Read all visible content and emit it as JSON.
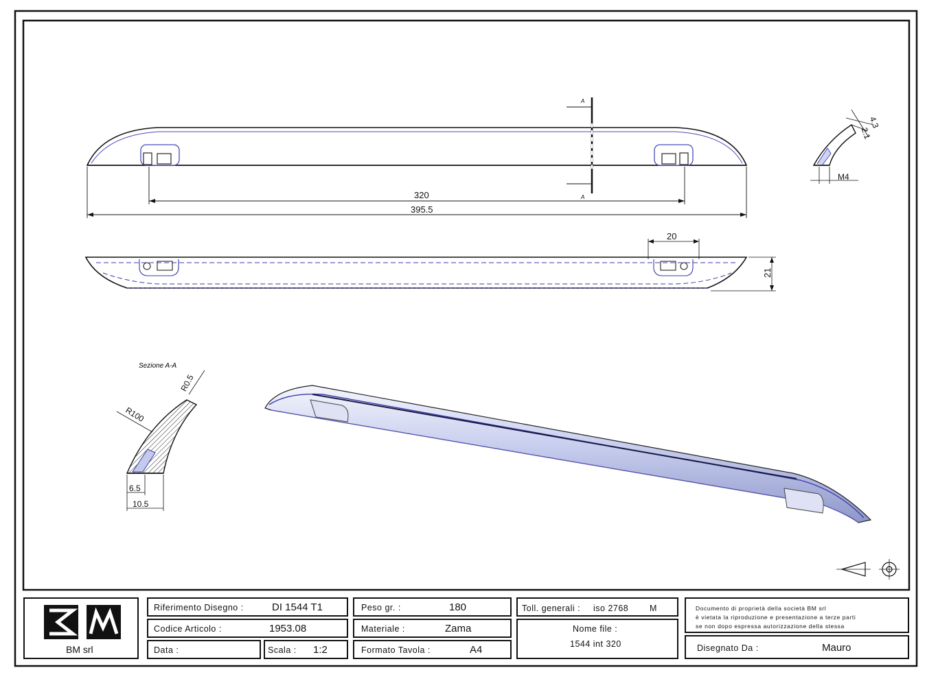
{
  "drawing": {
    "dims": {
      "d320": "320",
      "d395": "395.5",
      "d20": "20",
      "d21": "21",
      "d4_3": "4.3",
      "d2_1": "2.1",
      "dM4": "M4",
      "r05": "R0.5",
      "r100": "R100",
      "d6_5": "6.5",
      "d10_5": "10.5"
    },
    "section_marker": "A",
    "section_title": "Sezione A-A"
  },
  "title_block": {
    "company": "BM srl",
    "rif_label": "Riferimento Disegno :",
    "rif_value": "DI 1544 T1",
    "codice_label": "Codice Articolo :",
    "codice_value": "1953.08",
    "data_label": "Data :",
    "data_value": "",
    "scala_label": "Scala :",
    "scala_value": "1:2",
    "peso_label": "Peso gr. :",
    "peso_value": "180",
    "materiale_label": "Materiale :",
    "materiale_value": "Zama",
    "formato_label": "Formato Tavola :",
    "formato_value": "A4",
    "toll_label": "Toll. generali :",
    "toll_value": "iso 2768",
    "toll_class": "M",
    "nome_label": "Nome file :",
    "nome_value": "1544 int 320",
    "note_1": "Documento di proprietà della società BM srl",
    "note_2": "è vietata la riproduzione e presentazione a terze parti",
    "note_3": "se non dopo espressa autorizzazione della stessa",
    "disegnato_label": "Disegnato Da :",
    "disegnato_value": "Mauro"
  },
  "colors": {
    "line": "#111111",
    "hidden": "#3a3aa8",
    "shade": "#b9c0e6",
    "accent": "#5a5ad0"
  }
}
